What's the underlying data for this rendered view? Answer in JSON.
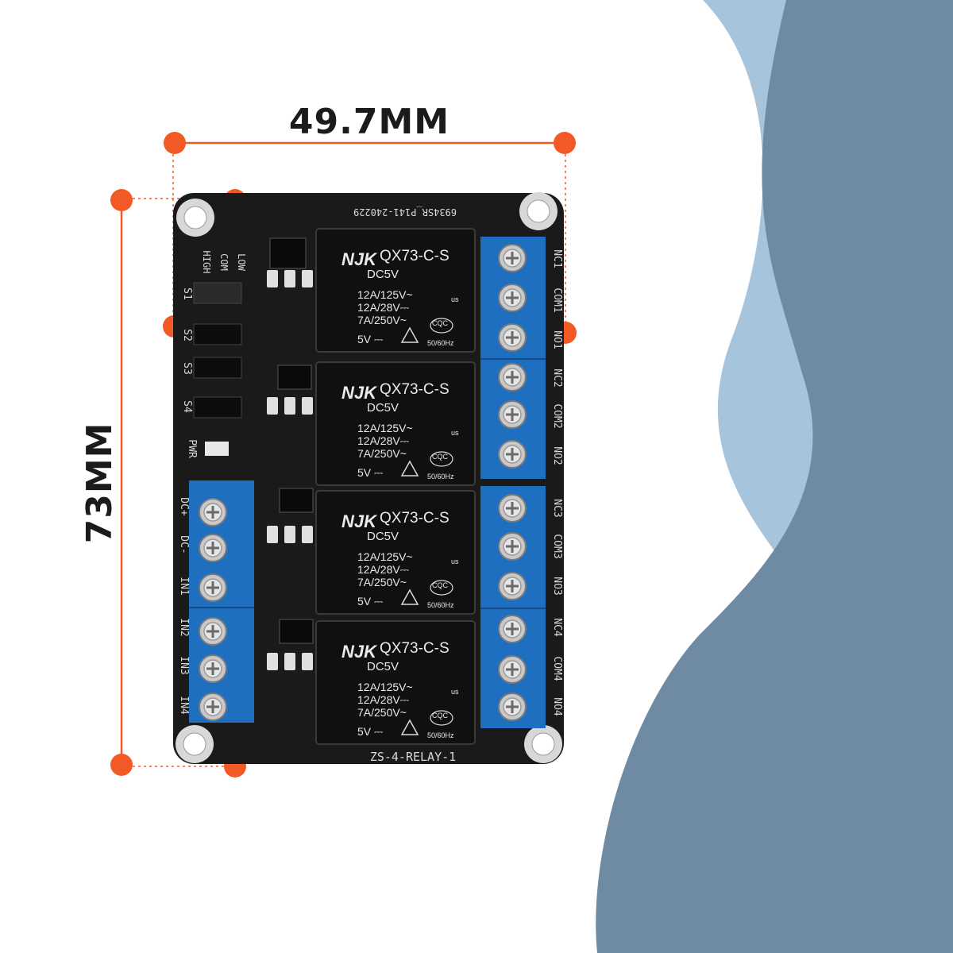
{
  "dimensions": {
    "width_label": "49.7MM",
    "height_label": "73MM"
  },
  "board": {
    "serial": "6934SR_P141-240229",
    "model": "ZS-4-RELAY-1",
    "jumper_labels": {
      "low": "LOW",
      "com": "COM",
      "high": "HIGH"
    },
    "left_labels": [
      "S1",
      "S2",
      "S3",
      "S4",
      "PWR"
    ],
    "input_labels": [
      "DC+",
      "DC-",
      "IN1",
      "IN2",
      "IN3",
      "IN4"
    ],
    "output_labels": [
      "NC1",
      "COM1",
      "NO1",
      "NC2",
      "COM2",
      "NO2",
      "NC3",
      "COM3",
      "NO3",
      "NC4",
      "COM4",
      "NO4"
    ]
  },
  "relay": {
    "brand": "NJK",
    "model": "QX73-C-S",
    "coil": "DC5V",
    "rating_1": "12A/125V~",
    "rating_2": "12A/28V⎓",
    "rating_3": "7A/250V~",
    "voltage": "5V ⎓",
    "ul_mark": "us",
    "cqc_mark": "CQC",
    "frequency": "50/60Hz"
  },
  "colors": {
    "accent": "#f15a24",
    "background_light": "#a6c4dc",
    "background_dark": "#6e8ba3",
    "pcb": "#1a1a1a",
    "terminal": "#1f6fc0"
  }
}
